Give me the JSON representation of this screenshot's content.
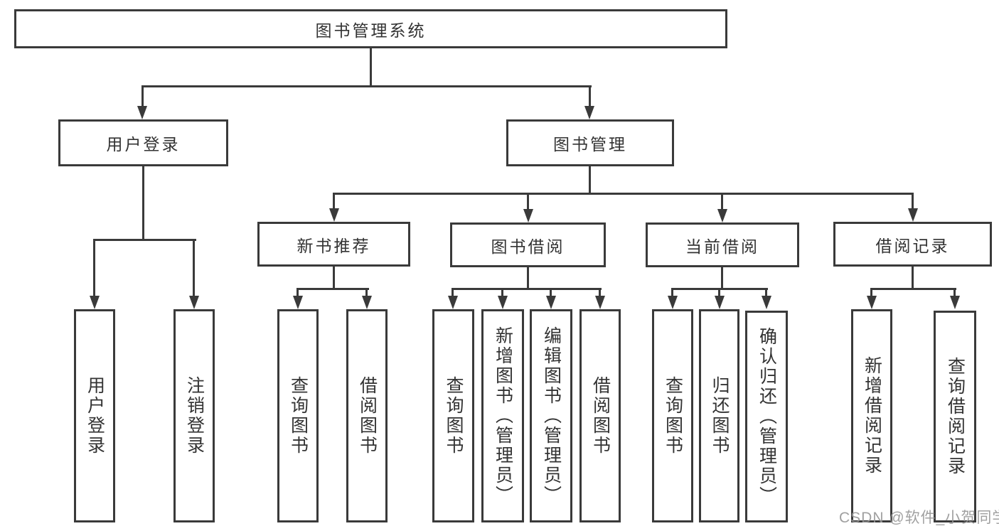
{
  "diagram": {
    "title": "图书管理系统",
    "colors": {
      "border": "#3a3a3a",
      "text": "#333333",
      "line": "#3a3a3a",
      "watermark": "#969696",
      "background": "#ffffff"
    },
    "root": {
      "label": "图书管理系统"
    },
    "level2": [
      {
        "label": "用户登录"
      },
      {
        "label": "图书管理"
      }
    ],
    "level3": [
      {
        "label": "新书推荐"
      },
      {
        "label": "图书借阅"
      },
      {
        "label": "当前借阅"
      },
      {
        "label": "借阅记录"
      }
    ],
    "leaves": {
      "user_login": [
        {
          "label": "用户登录"
        },
        {
          "label": "注销登录"
        }
      ],
      "new_book": [
        {
          "label": "查询图书"
        },
        {
          "label": "借阅图书"
        }
      ],
      "book_borrow": [
        {
          "label": "查询图书"
        },
        {
          "label": "新增图书（管理员）"
        },
        {
          "label": "编辑图书（管理员）"
        },
        {
          "label": "借阅图书"
        }
      ],
      "current_borrow": [
        {
          "label": "查询图书"
        },
        {
          "label": "归还图书"
        },
        {
          "label": "确认归还（管理员）"
        }
      ],
      "records": [
        {
          "label": "新增借阅记录"
        },
        {
          "label": "查询借阅记录"
        }
      ]
    },
    "watermark": "CSDN @软件_小贺同学"
  }
}
